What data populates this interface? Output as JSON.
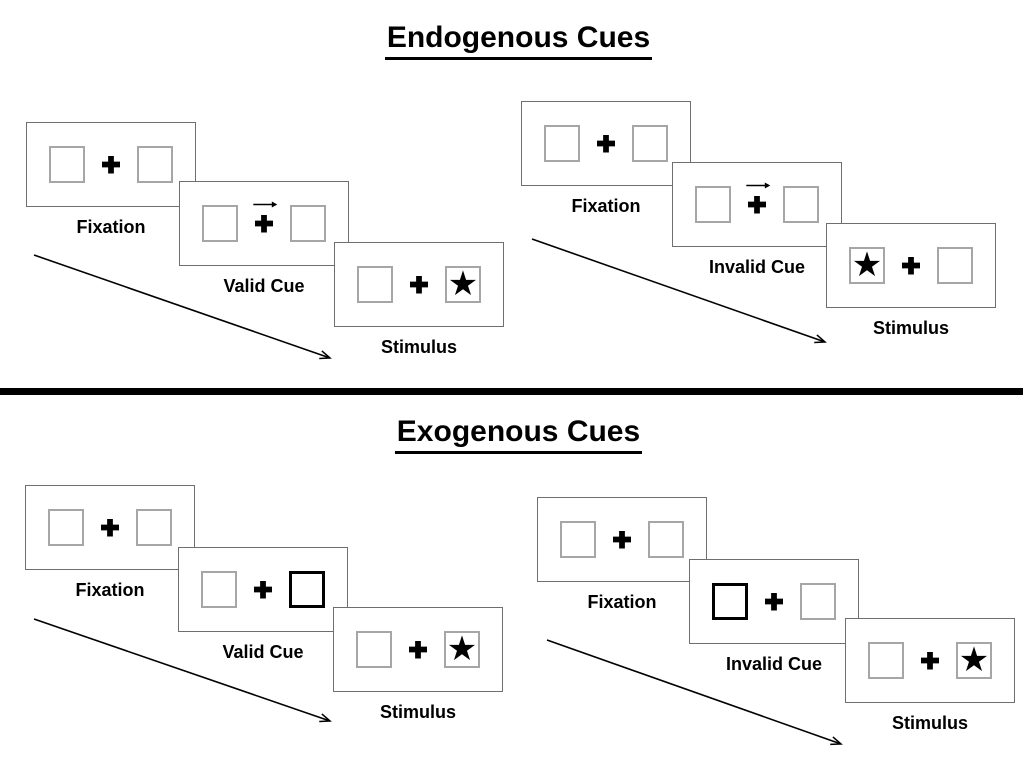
{
  "figure": {
    "sections": [
      {
        "title": "Endogenous Cues",
        "sequences": [
          {
            "name": "valid-cue-trial",
            "steps": [
              {
                "label": "Fixation",
                "cue": "none",
                "star": "none"
              },
              {
                "label": "Valid Cue",
                "cue": "arrow-right",
                "star": "none"
              },
              {
                "label": "Stimulus",
                "cue": "none",
                "star": "right"
              }
            ]
          },
          {
            "name": "invalid-cue-trial",
            "steps": [
              {
                "label": "Fixation",
                "cue": "none",
                "star": "none"
              },
              {
                "label": "Invalid Cue",
                "cue": "arrow-right",
                "star": "none"
              },
              {
                "label": "Stimulus",
                "cue": "none",
                "star": "left"
              }
            ]
          }
        ]
      },
      {
        "title": "Exogenous Cues",
        "sequences": [
          {
            "name": "valid-cue-trial",
            "steps": [
              {
                "label": "Fixation",
                "cue": "none",
                "star": "none"
              },
              {
                "label": "Valid Cue",
                "cue": "bold-right",
                "star": "none"
              },
              {
                "label": "Stimulus",
                "cue": "none",
                "star": "right"
              }
            ]
          },
          {
            "name": "invalid-cue-trial",
            "steps": [
              {
                "label": "Fixation",
                "cue": "none",
                "star": "none"
              },
              {
                "label": "Invalid Cue",
                "cue": "bold-left",
                "star": "none"
              },
              {
                "label": "Stimulus",
                "cue": "none",
                "star": "right"
              }
            ]
          }
        ]
      }
    ]
  },
  "glyphs": {
    "star": "★",
    "fixation_cross": "plus-cross-shape",
    "cue_arrow": "→",
    "timeline_arrow": "diagonal-arrow-down-right"
  },
  "colors": {
    "background": "#ffffff",
    "ink": "#000000",
    "panel_border": "#6f6f6f",
    "box_border": "#a6a6a6"
  }
}
